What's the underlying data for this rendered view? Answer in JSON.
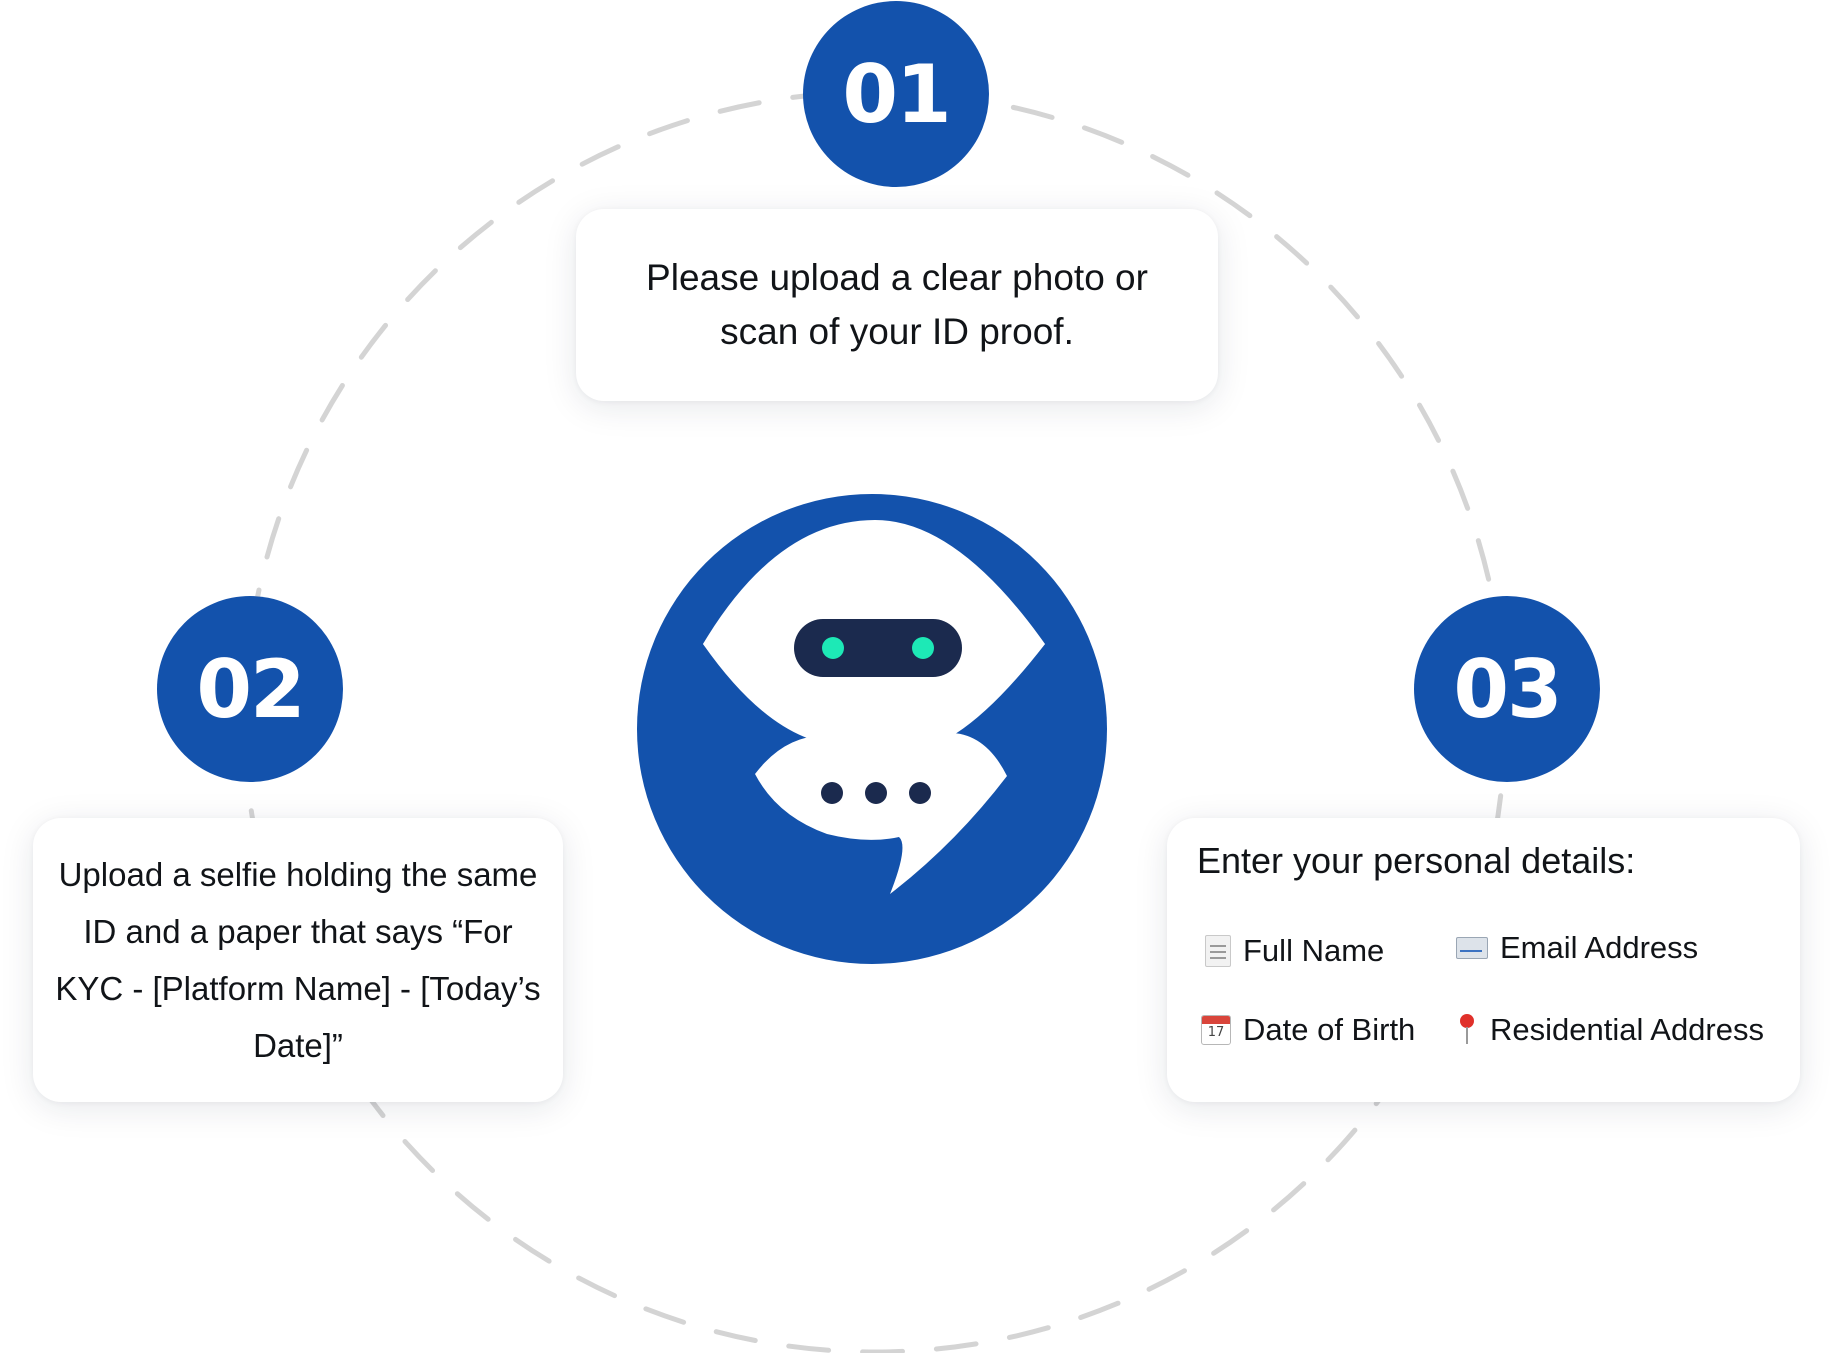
{
  "colors": {
    "accent": "#1352ac",
    "ring": "#d4d4d4",
    "bot_visor": "#1b2a4e",
    "bot_eyes": "#1de9b6"
  },
  "steps": [
    {
      "number": "01",
      "text": "Please upload a clear photo or scan of your ID proof."
    },
    {
      "number": "02",
      "text": "Upload a selfie holding the same ID and a paper that says “For KYC - [Platform Name] - [Today’s Date]”"
    },
    {
      "number": "03",
      "title": "Enter your personal details:",
      "fields": [
        {
          "icon": "document-icon",
          "label": "Full Name"
        },
        {
          "icon": "envelope-icon",
          "label": "Email Address"
        },
        {
          "icon": "calendar-icon",
          "label": "Date of Birth"
        },
        {
          "icon": "pin-icon",
          "label": "Residential Address"
        }
      ]
    }
  ],
  "center_icon": "chatbot-icon"
}
